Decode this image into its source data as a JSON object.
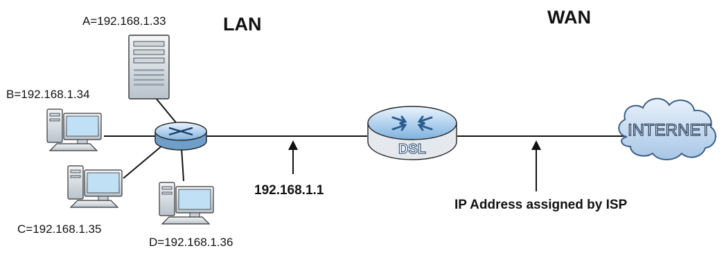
{
  "zones": {
    "lan": "LAN",
    "wan": "WAN"
  },
  "hosts": {
    "a": "A=192.168.1.33",
    "b": "B=192.168.1.34",
    "c": "C=192.168.1.35",
    "d": "D=192.168.1.36"
  },
  "router": {
    "badge": "DSL",
    "lan_ip": "192.168.1.1",
    "wan_ip": "IP Address assigned by ISP"
  },
  "internet": {
    "label": "INTERNET"
  },
  "icons": {
    "server": "server-tower-icon",
    "pc": "desktop-computer-icon",
    "switch": "network-switch-icon",
    "router": "dsl-router-icon",
    "cloud": "internet-cloud-icon"
  }
}
